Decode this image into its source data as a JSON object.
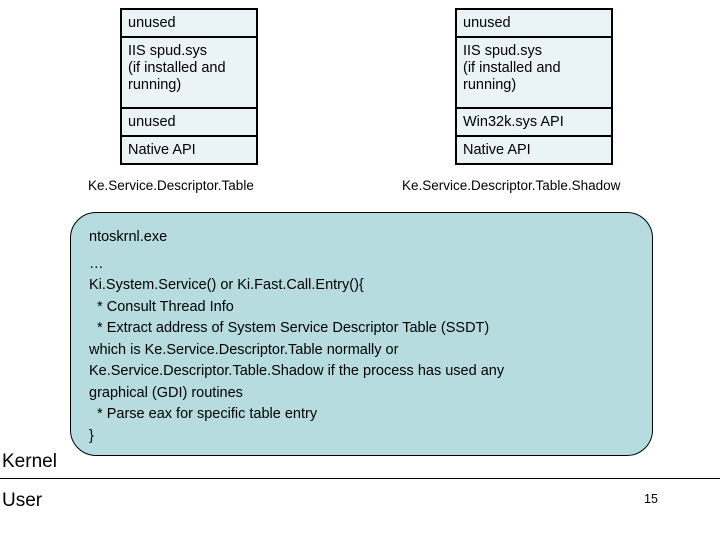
{
  "slide": {
    "number": "15",
    "kernel_label": "Kernel",
    "user_label": "User"
  },
  "tables": [
    {
      "id": "ke-service-descriptor-table",
      "caption": "Ke.Service.Descriptor.Table",
      "rows": [
        {
          "label": "unused"
        },
        {
          "label": "IIS spud.sys\n(if installed and\nrunning)"
        },
        {
          "label": "unused"
        },
        {
          "label": "Native API"
        }
      ]
    },
    {
      "id": "ke-service-descriptor-table-shadow",
      "caption": "Ke.Service.Descriptor.Table.Shadow",
      "rows": [
        {
          "label": "unused"
        },
        {
          "label": "IIS spud.sys\n(if installed and\nrunning)"
        },
        {
          "label": "Win32k.sys API"
        },
        {
          "label": "Native API"
        }
      ]
    }
  ],
  "kernel_box": {
    "lines": [
      "ntoskrnl.exe",
      "…",
      "Ki.System.Service() or Ki.Fast.Call.Entry(){",
      "  * Consult Thread Info",
      "  * Extract address of System Service Descriptor Table (SSDT)",
      "which is Ke.Service.Descriptor.Table normally or",
      "Ke.Service.Descriptor.Table.Shadow if the process has used any",
      "graphical (GDI) routines",
      "  * Parse eax for specific table entry",
      "}"
    ]
  },
  "colors": {
    "table_cell_bg": "#eaf3f6",
    "table_border": "#000000",
    "kernel_box_bg": "#b6dce0",
    "text": "#000000"
  }
}
